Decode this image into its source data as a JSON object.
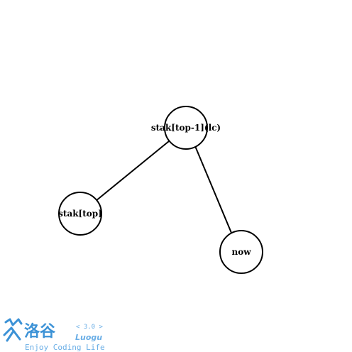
{
  "diagram": {
    "nodes": [
      {
        "id": "root",
        "label": "stak[top-1](lc)"
      },
      {
        "id": "left",
        "label": "stak[top]"
      },
      {
        "id": "right",
        "label": "now"
      }
    ],
    "edges": [
      {
        "from": "root",
        "to": "left"
      },
      {
        "from": "root",
        "to": "right"
      }
    ],
    "colors": {
      "stroke": "#000000",
      "fill": "#ffffff",
      "watermark": "#3c92d6"
    }
  },
  "watermark": {
    "icon": "luogu-logo-icon",
    "name_zh": "洛谷",
    "version": "< 3.0 >",
    "name_en": "Luogu",
    "slogan": "Enjoy Coding Life"
  }
}
